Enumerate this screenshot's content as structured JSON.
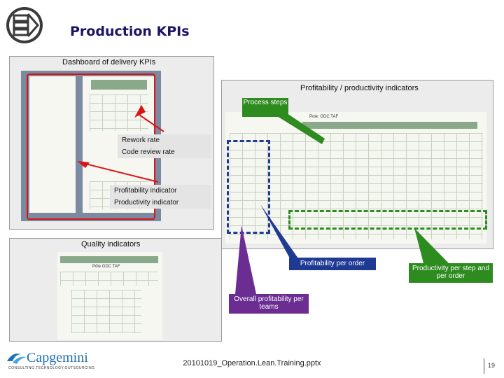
{
  "header": {
    "title": "Production KPIs",
    "logo_icon": "funnel-chart-logo-icon"
  },
  "panels": {
    "dashboard": {
      "label": "Dashboard of delivery KPIs"
    },
    "profitability": {
      "label": "Profitability / productivity indicators",
      "sheet_heading": "Pole: GDC TAF"
    },
    "quality": {
      "label": "Quality indicators",
      "sheet_heading": "Pôle GDC TAF"
    }
  },
  "bands": {
    "rework": "Rework rate",
    "code_review": "Code review rate",
    "profitability_indicator": "Profitability indicator",
    "productivity_indicator": "Productivity indicator"
  },
  "callouts": {
    "process_steps": "Process steps",
    "profitability_per_order": "Profitability per order",
    "productivity_per_step": "Productivity per step and per order",
    "overall_profitability": "Overall profitability per teams"
  },
  "footer": {
    "brand": "Capgemini",
    "tagline": "CONSULTING.TECHNOLOGY.OUTSOURCING",
    "filename": "20101019_Operation.Lean.Training.pptx",
    "page_number": "19"
  },
  "colors": {
    "title": "#1b1464",
    "green": "#2e8b1f",
    "blue": "#1f3a93",
    "purple": "#6b2d91",
    "red": "#d91414"
  }
}
